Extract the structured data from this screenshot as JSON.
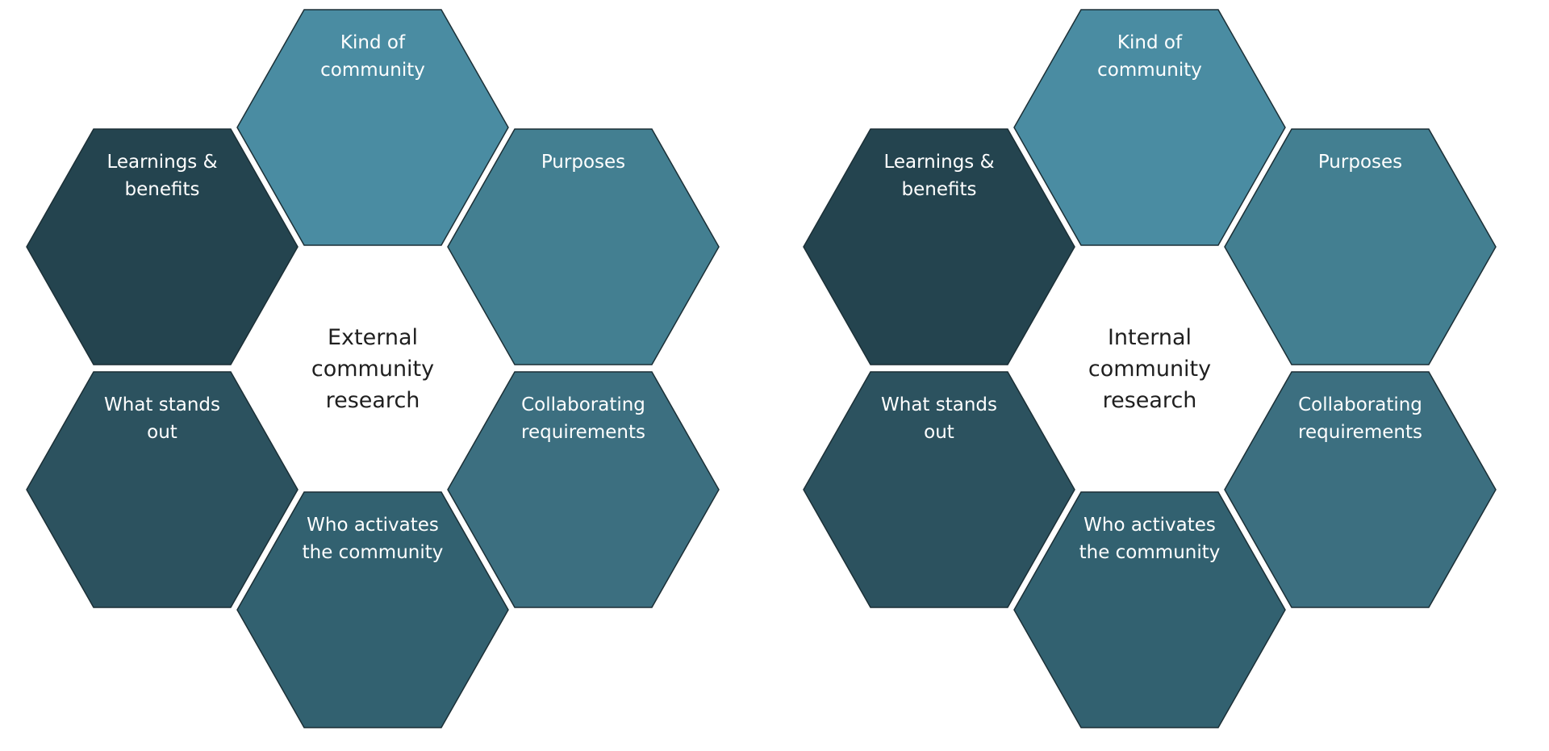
{
  "diagrams": [
    {
      "center": [
        "External",
        "community",
        "research"
      ],
      "cells": [
        {
          "key": "top",
          "lines": [
            "Kind of",
            "community"
          ],
          "color": "#4a8ca2"
        },
        {
          "key": "upper-left",
          "lines": [
            "Learnings &",
            "benefits"
          ],
          "color": "#24444f"
        },
        {
          "key": "upper-right",
          "lines": [
            "Purposes"
          ],
          "color": "#437f91"
        },
        {
          "key": "lower-left",
          "lines": [
            "What stands",
            "out"
          ],
          "color": "#2c525f"
        },
        {
          "key": "lower-right",
          "lines": [
            "Collaborating",
            "requirements"
          ],
          "color": "#3c6f80"
        },
        {
          "key": "bottom",
          "lines": [
            "Who activates",
            "the community"
          ],
          "color": "#326170"
        }
      ]
    },
    {
      "center": [
        "Internal",
        "community",
        "research"
      ],
      "cells": [
        {
          "key": "top",
          "lines": [
            "Kind of",
            "community"
          ],
          "color": "#4a8ca2"
        },
        {
          "key": "upper-left",
          "lines": [
            "Learnings &",
            "benefits"
          ],
          "color": "#24444f"
        },
        {
          "key": "upper-right",
          "lines": [
            "Purposes"
          ],
          "color": "#437f91"
        },
        {
          "key": "lower-left",
          "lines": [
            "What stands",
            "out"
          ],
          "color": "#2c525f"
        },
        {
          "key": "lower-right",
          "lines": [
            "Collaborating",
            "requirements"
          ],
          "color": "#3c6f80"
        },
        {
          "key": "bottom",
          "lines": [
            "Who activates",
            "the community"
          ],
          "color": "#326170"
        }
      ]
    }
  ]
}
